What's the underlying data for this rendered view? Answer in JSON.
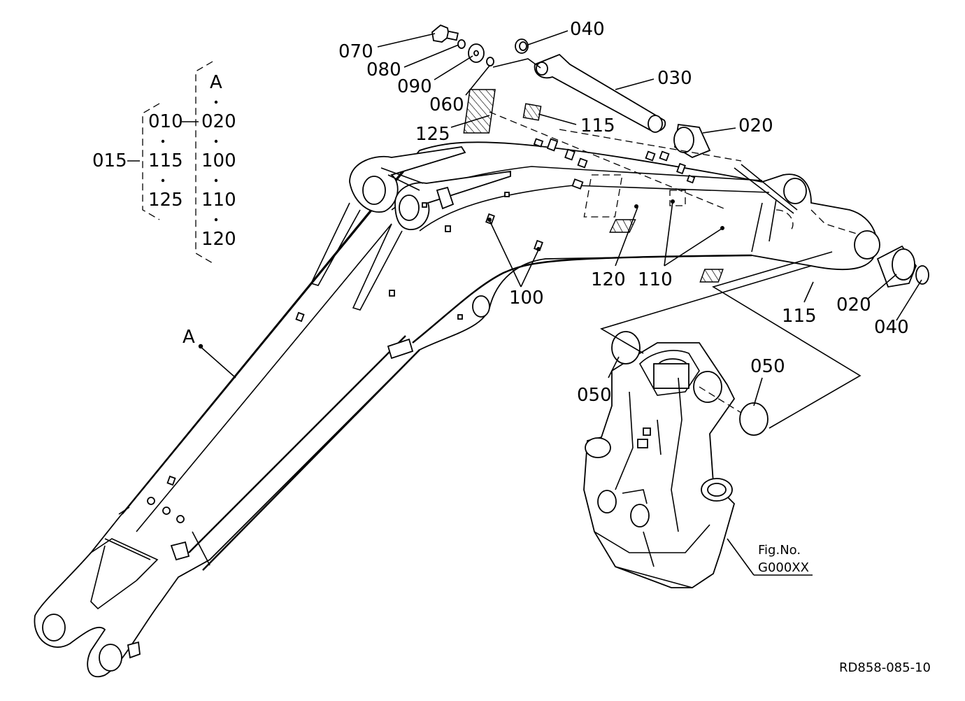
{
  "labels": {
    "p070": "070",
    "p080": "080",
    "p090": "090",
    "p060": "060",
    "p040_top": "040",
    "p030": "030",
    "p020_top": "020",
    "p125": "125",
    "p115_top": "115",
    "p120": "120",
    "p110": "110",
    "p100": "100",
    "p115_right": "115",
    "p020_right": "020",
    "p040_right": "040",
    "p050_left": "050",
    "p050_right": "050",
    "ref_a": "A"
  },
  "legend": {
    "group_label": "015",
    "col1": [
      "010",
      "115",
      "125"
    ],
    "col2_header": "A",
    "col2": [
      "020",
      "100",
      "110",
      "120"
    ]
  },
  "fig_ref": {
    "line1": "Fig.No.",
    "line2": "G000XX"
  },
  "drawing_code": "RD858-085-10"
}
